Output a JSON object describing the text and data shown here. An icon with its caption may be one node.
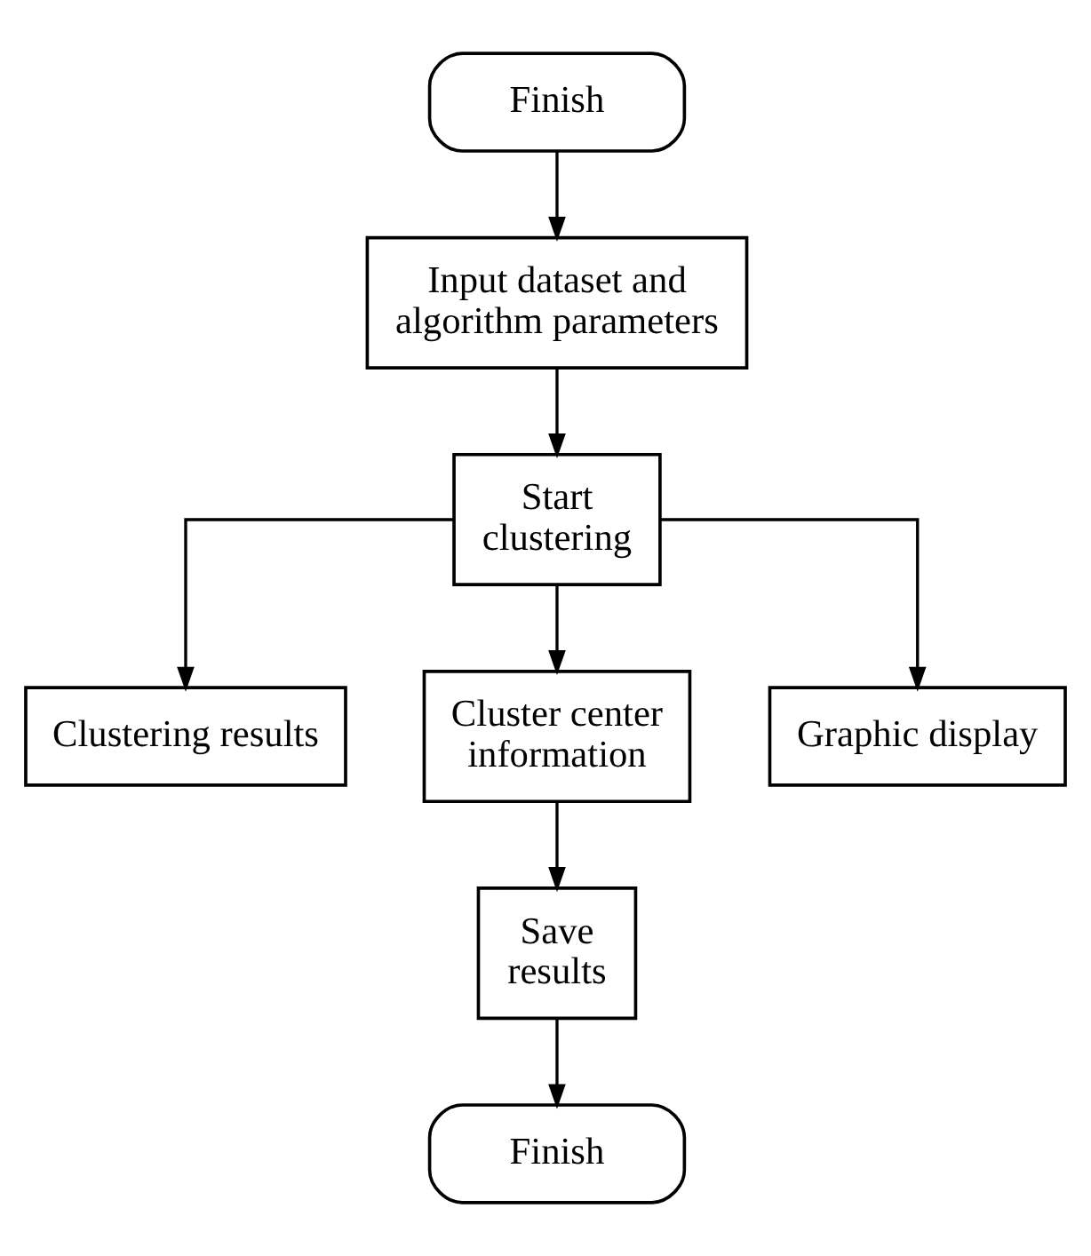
{
  "diagram": {
    "nodes": [
      {
        "text": [
          "Finish"
        ]
      },
      {
        "text": [
          "Input dataset and algorithm parameters"
        ]
      },
      {
        "text": [
          "Start clustering"
        ]
      },
      {
        "text": [
          "Clustering results"
        ]
      },
      {
        "text": [
          "Cluster center information"
        ]
      },
      {
        "text": [
          "Graphic display"
        ]
      },
      {
        "text": [
          "Save results"
        ]
      },
      {
        "text": [
          "Finish"
        ]
      }
    ],
    "edges": [
      {
        "from": 0,
        "to": 1,
        "arrow": "to"
      },
      {
        "from": 1,
        "to": 2,
        "arrow": "to"
      },
      {
        "from": 2,
        "to": 3,
        "arrow": "to"
      },
      {
        "from": 2,
        "to": 4,
        "arrow": "to"
      },
      {
        "from": 2,
        "to": 5,
        "arrow": "to"
      },
      {
        "from": 4,
        "to": 6,
        "arrow": "to"
      },
      {
        "from": 6,
        "to": 7,
        "arrow": "to"
      }
    ]
  }
}
